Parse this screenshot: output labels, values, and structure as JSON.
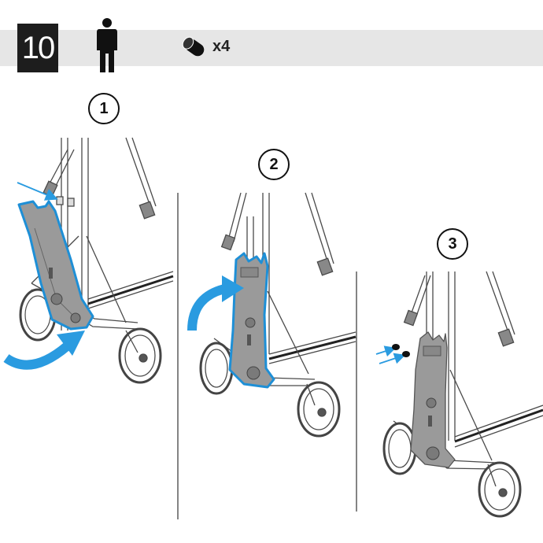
{
  "header": {
    "step_number": "10",
    "quantity": "x4"
  },
  "panels": [
    {
      "number": "1"
    },
    {
      "number": "2"
    },
    {
      "number": "3"
    }
  ],
  "colors": {
    "highlight": "#1e8fd6",
    "arrow": "#2a9be0",
    "frame": "#555555",
    "part": "#9a9a9a",
    "header_bg": "#e6e6e6",
    "step_box": "#1d1d1d"
  },
  "icons": {
    "person": "person-icon",
    "part": "screw-cap-icon"
  }
}
